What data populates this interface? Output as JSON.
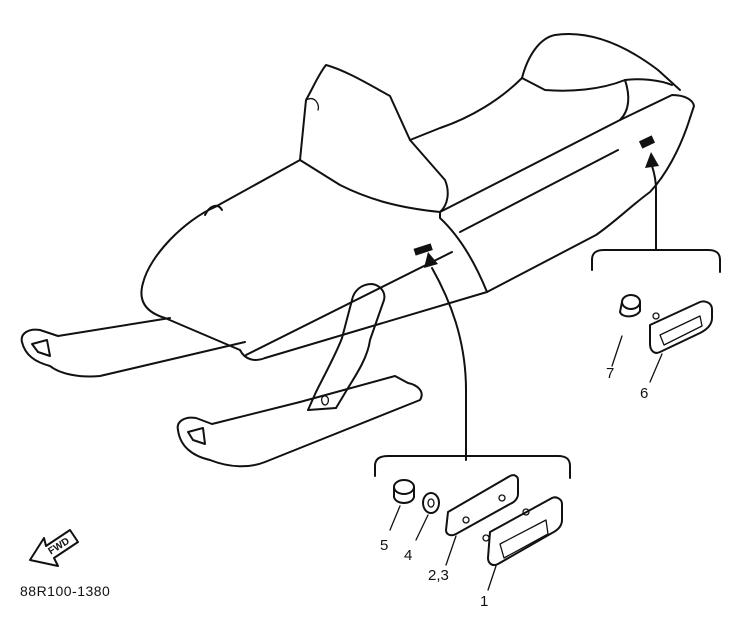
{
  "figure": {
    "code": "88R100-1380",
    "direction_label": "FWD",
    "callouts": {
      "c1": "1",
      "c23": "2,3",
      "c4": "4",
      "c5": "5",
      "c6": "6",
      "c7": "7"
    }
  }
}
